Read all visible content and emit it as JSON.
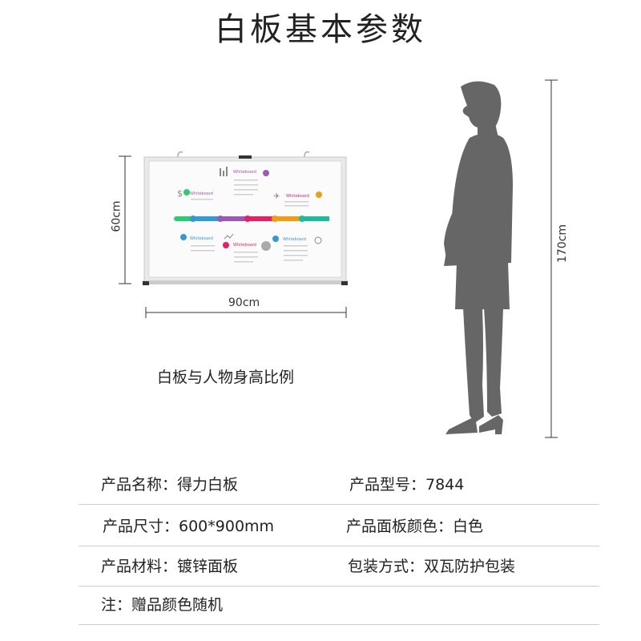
{
  "page_title": "白板基本参数",
  "dimensions": {
    "board_height": "60cm",
    "board_width": "90cm",
    "person_height": "170cm"
  },
  "board": {
    "title": "得力白板",
    "block_label": "Whiteboard",
    "colors": [
      "#2ecc71",
      "#3498db",
      "#9b59b6",
      "#e91e63",
      "#f39c12",
      "#1abc9c",
      "#e74c3c"
    ]
  },
  "caption": "白板与人物身高比例",
  "specs": [
    {
      "left": "产品名称：得力白板",
      "right": "产品型号：7844"
    },
    {
      "left": "产品尺寸：600*900mm",
      "right": "产品面板颜色：白色"
    },
    {
      "left": "产品材料：镀锌面板",
      "right": "包装方式：双瓦防护包装"
    },
    {
      "left": "注：赠品颜色随机",
      "right": ""
    }
  ]
}
